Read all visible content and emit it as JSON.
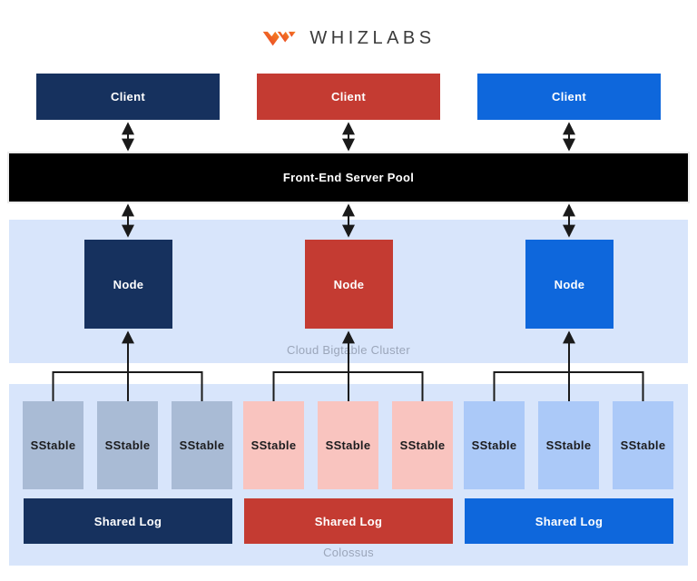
{
  "logo": {
    "brand_name": "WHIZLABS",
    "icon": "whizlabs-w-icon",
    "icon_gradient_start": "#e73b2b",
    "icon_gradient_end": "#f6861f",
    "text_color": "#3b3b3b"
  },
  "front_end_pool": {
    "label": "Front-End Server Pool",
    "bg_color": "#000000",
    "text_color": "#ffffff"
  },
  "cluster_band": {
    "label": "Cloud Bigtable Cluster",
    "bg_color": "#d8e5fb",
    "label_color": "#9ba6ba"
  },
  "colossus_band": {
    "label": "Colossus",
    "bg_color": "#d8e5fb",
    "label_color": "#9ba6ba"
  },
  "arrow_color": "#1a1a1a",
  "columns": [
    {
      "name": "navy-column",
      "accent_color": "#16315e",
      "sstable_color": "#a9bbd5",
      "client": {
        "label": "Client"
      },
      "node": {
        "label": "Node"
      },
      "shared_log": {
        "label": "Shared Log"
      },
      "sstables": [
        {
          "label": "SStable"
        },
        {
          "label": "SStable"
        },
        {
          "label": "SStable"
        }
      ]
    },
    {
      "name": "red-column",
      "accent_color": "#c43b32",
      "sstable_color": "#f9c4bf",
      "client": {
        "label": "Client"
      },
      "node": {
        "label": "Node"
      },
      "shared_log": {
        "label": "Shared Log"
      },
      "sstables": [
        {
          "label": "SStable"
        },
        {
          "label": "SStable"
        },
        {
          "label": "SStable"
        }
      ]
    },
    {
      "name": "blue-column",
      "accent_color": "#0e67dc",
      "sstable_color": "#abc9f8",
      "client": {
        "label": "Client"
      },
      "node": {
        "label": "Node"
      },
      "shared_log": {
        "label": "Shared Log"
      },
      "sstables": [
        {
          "label": "SStable"
        },
        {
          "label": "SStable"
        },
        {
          "label": "SStable"
        }
      ]
    }
  ]
}
